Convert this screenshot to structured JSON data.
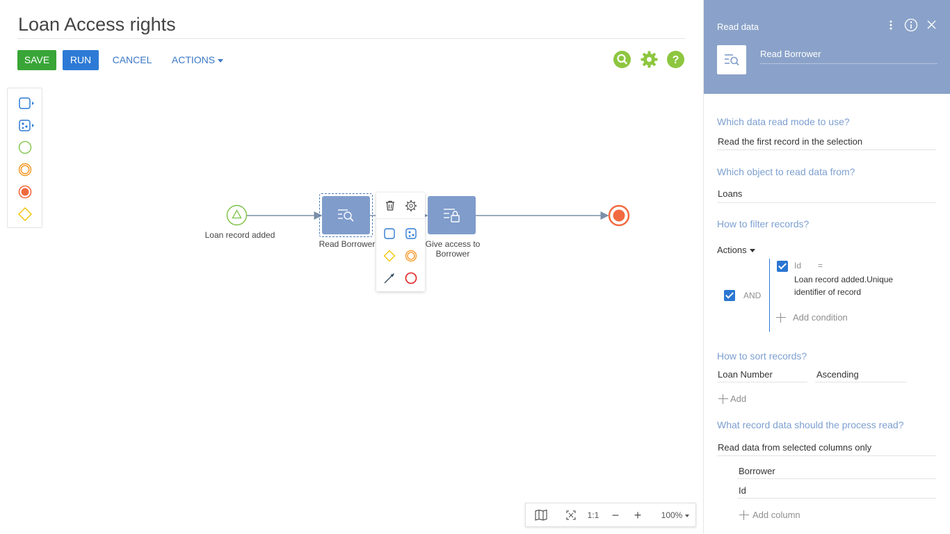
{
  "page": {
    "title": "Loan Access rights"
  },
  "toolbar": {
    "save_label": "SAVE",
    "run_label": "RUN",
    "cancel_label": "CANCEL",
    "actions_label": "ACTIONS"
  },
  "colors": {
    "save": "#39a537",
    "run": "#2d7ad6",
    "link": "#3c78c5",
    "panel_header": "#8aa2c9",
    "task": "#7f9ccb"
  },
  "top_icons": [
    "search-icon",
    "gear-icon",
    "help-icon"
  ],
  "palette": [
    "task-icon",
    "subprocess-icon",
    "start-event-icon",
    "intermediate-event-icon",
    "end-event-icon",
    "gateway-icon"
  ],
  "diagram": {
    "start_label": "Loan record added",
    "read_label": "Read Borrower",
    "give_label_line1": "Give access to",
    "give_label_line2": "Borrower"
  },
  "context_menu": [
    "trash-icon",
    "gear-icon",
    "task-icon",
    "subprocess-icon",
    "gateway-icon",
    "intermediate-event-icon",
    "flow-arrow-icon",
    "end-event-icon"
  ],
  "zoom": {
    "ratio": "1:1",
    "level": "100%"
  },
  "panel": {
    "header_title": "Read data",
    "element_name": "Read Borrower",
    "q_mode": "Which data read mode to use?",
    "mode_value": "Read the first record in the selection",
    "q_object": "Which object to read data from?",
    "object_value": "Loans",
    "q_filter": "How to filter records?",
    "filter_actions": "Actions",
    "filter_and": "AND",
    "cond_field": "Id",
    "cond_op": "=",
    "cond_value_line1": "Loan record added.Unique",
    "cond_value_line2": "identifier of record",
    "add_condition": "Add condition",
    "q_sort": "How to sort records?",
    "sort_column": "Loan Number",
    "sort_order": "Ascending",
    "add_label": "Add",
    "q_read": "What record data should the process read?",
    "read_value": "Read data from selected columns only",
    "columns": [
      "Borrower",
      "Id"
    ],
    "add_column": "Add column"
  }
}
